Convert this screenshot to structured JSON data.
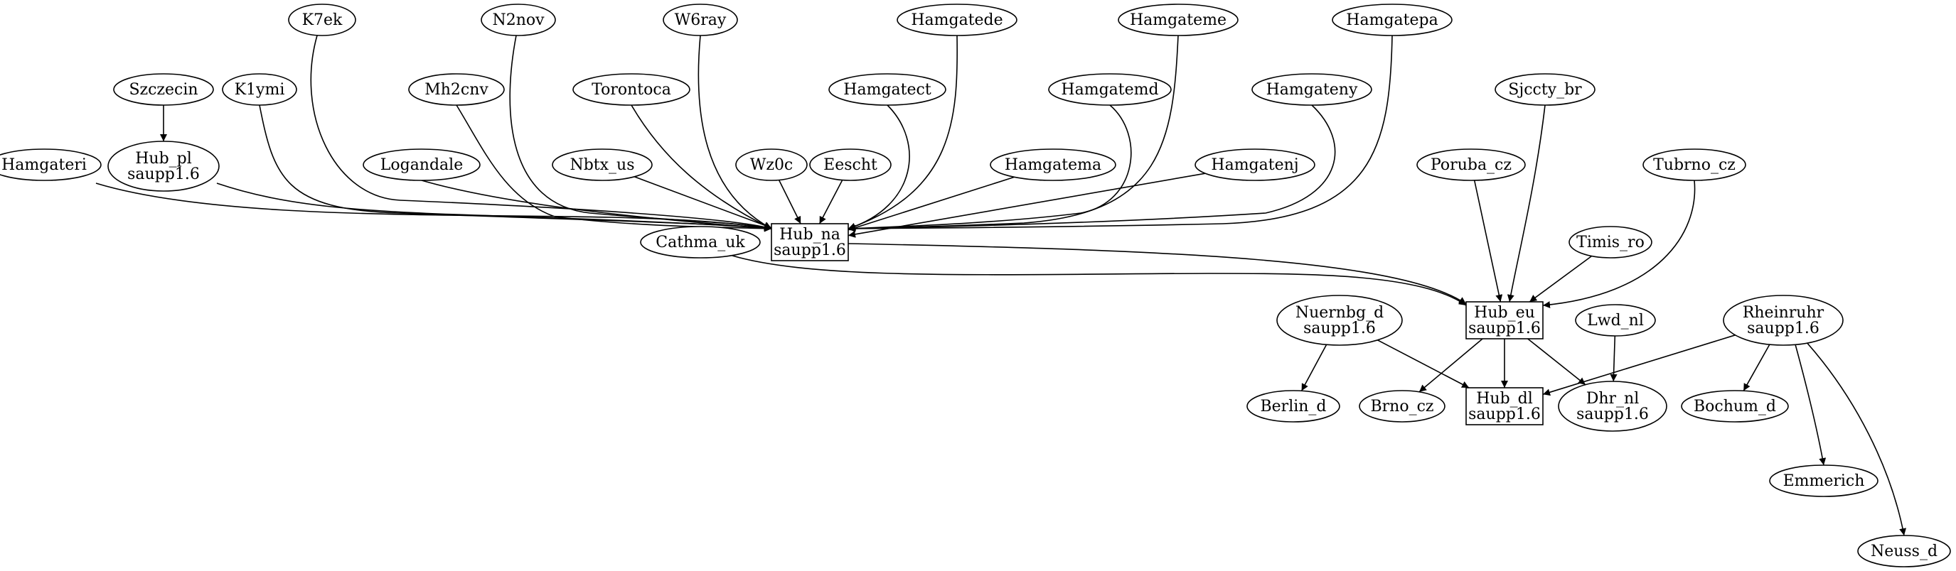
{
  "graph": {
    "nodes": [
      {
        "id": "k7ek",
        "shape": "ellipse",
        "lines": [
          "K7ek"
        ]
      },
      {
        "id": "n2nov",
        "shape": "ellipse",
        "lines": [
          "N2nov"
        ]
      },
      {
        "id": "w6ray",
        "shape": "ellipse",
        "lines": [
          "W6ray"
        ]
      },
      {
        "id": "hamgatede",
        "shape": "ellipse",
        "lines": [
          "Hamgatede"
        ]
      },
      {
        "id": "hamgateme",
        "shape": "ellipse",
        "lines": [
          "Hamgateme"
        ]
      },
      {
        "id": "hamgatepa",
        "shape": "ellipse",
        "lines": [
          "Hamgatepa"
        ]
      },
      {
        "id": "szczecin",
        "shape": "ellipse",
        "lines": [
          "Szczecin"
        ]
      },
      {
        "id": "k1ymi",
        "shape": "ellipse",
        "lines": [
          "K1ymi"
        ]
      },
      {
        "id": "mh2cnv",
        "shape": "ellipse",
        "lines": [
          "Mh2cnv"
        ]
      },
      {
        "id": "torontoca",
        "shape": "ellipse",
        "lines": [
          "Torontoca"
        ]
      },
      {
        "id": "hamgatect",
        "shape": "ellipse",
        "lines": [
          "Hamgatect"
        ]
      },
      {
        "id": "hamgatemd",
        "shape": "ellipse",
        "lines": [
          "Hamgatemd"
        ]
      },
      {
        "id": "hamgateny",
        "shape": "ellipse",
        "lines": [
          "Hamgateny"
        ]
      },
      {
        "id": "sjccty_br",
        "shape": "ellipse",
        "lines": [
          "Sjccty_br"
        ]
      },
      {
        "id": "hamgateri",
        "shape": "ellipse",
        "lines": [
          "Hamgateri"
        ]
      },
      {
        "id": "hub_pl",
        "shape": "ellipse",
        "lines": [
          "Hub_pl",
          "saupp1.6"
        ]
      },
      {
        "id": "logandale",
        "shape": "ellipse",
        "lines": [
          "Logandale"
        ]
      },
      {
        "id": "nbtx_us",
        "shape": "ellipse",
        "lines": [
          "Nbtx_us"
        ]
      },
      {
        "id": "wz0c",
        "shape": "ellipse",
        "lines": [
          "Wz0c"
        ]
      },
      {
        "id": "eescht",
        "shape": "ellipse",
        "lines": [
          "Eescht"
        ]
      },
      {
        "id": "hamgatema",
        "shape": "ellipse",
        "lines": [
          "Hamgatema"
        ]
      },
      {
        "id": "hamgatenj",
        "shape": "ellipse",
        "lines": [
          "Hamgatenj"
        ]
      },
      {
        "id": "poruba_cz",
        "shape": "ellipse",
        "lines": [
          "Poruba_cz"
        ]
      },
      {
        "id": "tubrno_cz",
        "shape": "ellipse",
        "lines": [
          "Tubrno_cz"
        ]
      },
      {
        "id": "hub_na",
        "shape": "box",
        "lines": [
          "Hub_na",
          "saupp1.6"
        ]
      },
      {
        "id": "cathma_uk",
        "shape": "ellipse",
        "lines": [
          "Cathma_uk"
        ]
      },
      {
        "id": "timis_ro",
        "shape": "ellipse",
        "lines": [
          "Timis_ro"
        ]
      },
      {
        "id": "hub_eu",
        "shape": "box",
        "lines": [
          "Hub_eu",
          "saupp1.6"
        ]
      },
      {
        "id": "nuernbg_d",
        "shape": "ellipse",
        "lines": [
          "Nuernbg_d",
          "saupp1.6"
        ]
      },
      {
        "id": "lwd_nl",
        "shape": "ellipse",
        "lines": [
          "Lwd_nl"
        ]
      },
      {
        "id": "rheinruhr",
        "shape": "ellipse",
        "lines": [
          "Rheinruhr",
          "saupp1.6"
        ]
      },
      {
        "id": "berlin_d",
        "shape": "ellipse",
        "lines": [
          "Berlin_d"
        ]
      },
      {
        "id": "brno_cz",
        "shape": "ellipse",
        "lines": [
          "Brno_cz"
        ]
      },
      {
        "id": "hub_dl",
        "shape": "box",
        "lines": [
          "Hub_dl",
          "saupp1.6"
        ]
      },
      {
        "id": "dhr_nl",
        "shape": "ellipse",
        "lines": [
          "Dhr_nl",
          "saupp1.6"
        ]
      },
      {
        "id": "bochum_d",
        "shape": "ellipse",
        "lines": [
          "Bochum_d"
        ]
      },
      {
        "id": "emmerich",
        "shape": "ellipse",
        "lines": [
          "Emmerich"
        ]
      },
      {
        "id": "neuss_d",
        "shape": "ellipse",
        "lines": [
          "Neuss_d"
        ]
      }
    ],
    "edges": [
      {
        "from": "szczecin",
        "to": "hub_pl"
      },
      {
        "from": "k7ek",
        "to": "hub_na"
      },
      {
        "from": "n2nov",
        "to": "hub_na"
      },
      {
        "from": "w6ray",
        "to": "hub_na"
      },
      {
        "from": "hamgatede",
        "to": "hub_na"
      },
      {
        "from": "hamgateme",
        "to": "hub_na"
      },
      {
        "from": "hamgatepa",
        "to": "hub_na"
      },
      {
        "from": "k1ymi",
        "to": "hub_na"
      },
      {
        "from": "mh2cnv",
        "to": "hub_na"
      },
      {
        "from": "torontoca",
        "to": "hub_na"
      },
      {
        "from": "hamgatect",
        "to": "hub_na"
      },
      {
        "from": "hamgatemd",
        "to": "hub_na"
      },
      {
        "from": "hamgateny",
        "to": "hub_na"
      },
      {
        "from": "hamgateri",
        "to": "hub_na"
      },
      {
        "from": "hub_pl",
        "to": "hub_na"
      },
      {
        "from": "logandale",
        "to": "hub_na"
      },
      {
        "from": "nbtx_us",
        "to": "hub_na"
      },
      {
        "from": "wz0c",
        "to": "hub_na"
      },
      {
        "from": "eescht",
        "to": "hub_na"
      },
      {
        "from": "hamgatema",
        "to": "hub_na"
      },
      {
        "from": "hamgatenj",
        "to": "hub_na"
      },
      {
        "from": "hub_na",
        "to": "hub_eu"
      },
      {
        "from": "cathma_uk",
        "to": "hub_eu"
      },
      {
        "from": "sjccty_br",
        "to": "hub_eu"
      },
      {
        "from": "poruba_cz",
        "to": "hub_eu"
      },
      {
        "from": "tubrno_cz",
        "to": "hub_eu"
      },
      {
        "from": "timis_ro",
        "to": "hub_eu"
      },
      {
        "from": "hub_eu",
        "to": "brno_cz"
      },
      {
        "from": "hub_eu",
        "to": "hub_dl"
      },
      {
        "from": "hub_eu",
        "to": "dhr_nl"
      },
      {
        "from": "nuernbg_d",
        "to": "berlin_d"
      },
      {
        "from": "nuernbg_d",
        "to": "hub_dl"
      },
      {
        "from": "lwd_nl",
        "to": "dhr_nl"
      },
      {
        "from": "rheinruhr",
        "to": "hub_dl"
      },
      {
        "from": "rheinruhr",
        "to": "bochum_d"
      },
      {
        "from": "rheinruhr",
        "to": "emmerich"
      },
      {
        "from": "rheinruhr",
        "to": "neuss_d"
      }
    ]
  }
}
